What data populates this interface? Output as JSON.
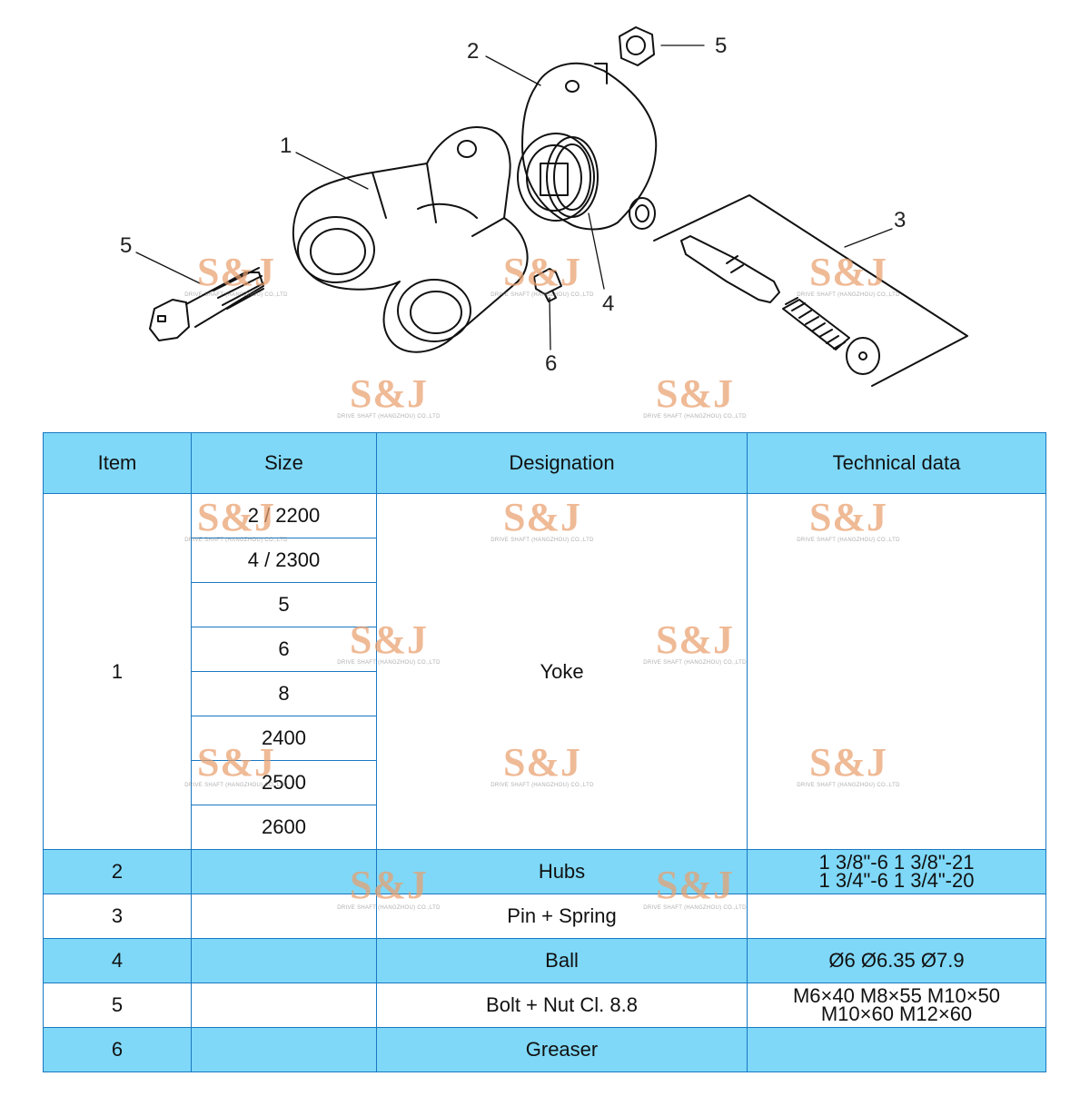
{
  "callouts": {
    "c1": "1",
    "c2": "2",
    "c3": "3",
    "c4": "4",
    "c5_bolt": "5",
    "c5_nut": "5",
    "c6": "6"
  },
  "watermark": {
    "logo": "S&J",
    "company": "DRIVE SHAFT (HANGZHOU) CO.,LTD"
  },
  "table": {
    "headers": {
      "item": "Item",
      "size": "Size",
      "designation": "Designation",
      "technical": "Technical data"
    },
    "row1": {
      "item": "1",
      "sizes": [
        "2 / 2200",
        "4 / 2300",
        "5",
        "6",
        "8",
        "2400",
        "2500",
        "2600"
      ],
      "designation": "Yoke",
      "technical": ""
    },
    "row2": {
      "item": "2",
      "size": "",
      "designation": "Hubs",
      "technical_line1": "1 3/8\"-6   1 3/8\"-21",
      "technical_line2": "1 3/4\"-6   1 3/4\"-20"
    },
    "row3": {
      "item": "3",
      "size": "",
      "designation": "Pin + Spring",
      "technical": ""
    },
    "row4": {
      "item": "4",
      "size": "",
      "designation": "Ball",
      "technical": "Ø6   Ø6.35   Ø7.9"
    },
    "row5": {
      "item": "5",
      "size": "",
      "designation": "Bolt + Nut  Cl. 8.8",
      "technical_line1": "M6×40   M8×55   M10×50",
      "technical_line2": "M10×60   M12×60"
    },
    "row6": {
      "item": "6",
      "size": "",
      "designation": "Greaser",
      "technical": ""
    }
  },
  "colors": {
    "header_bg": "#7fd8f8",
    "border": "#1a78c2",
    "watermark": "#e9a06e"
  }
}
